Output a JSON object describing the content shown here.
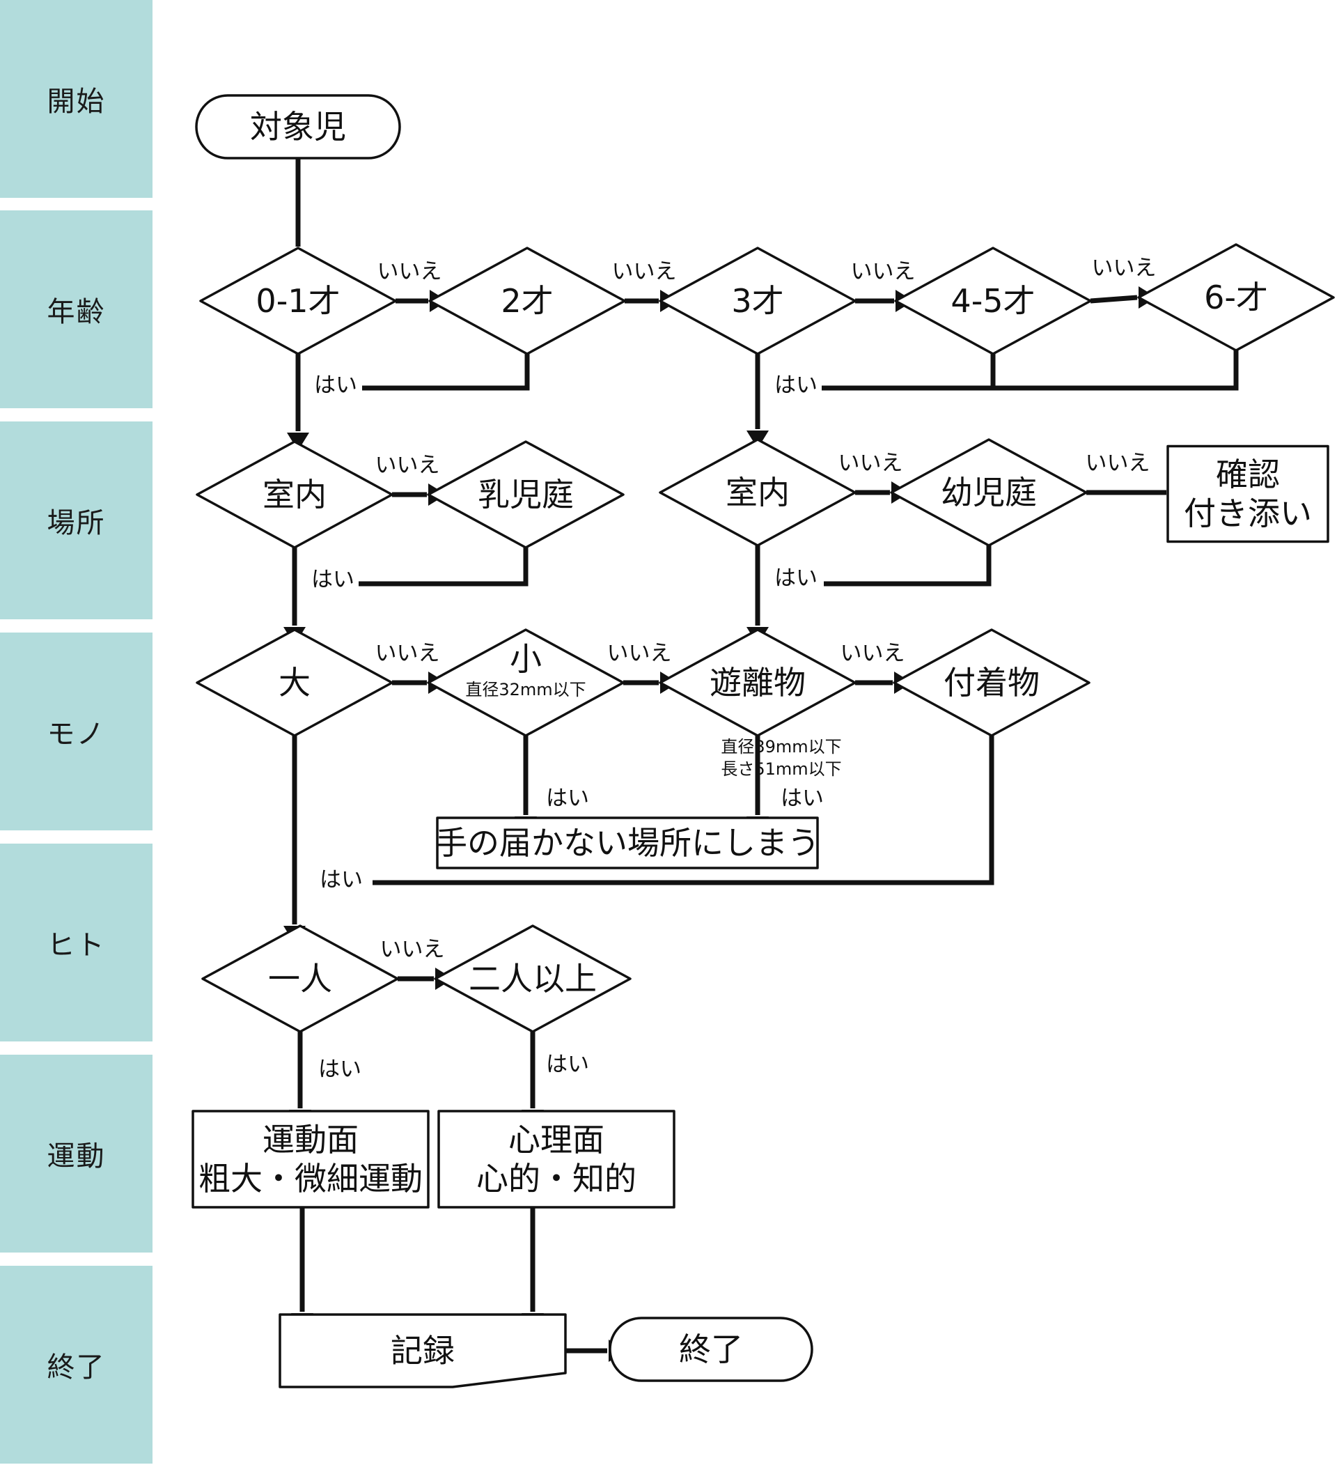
{
  "lanes": [
    {
      "id": "lane-start",
      "label": "開始"
    },
    {
      "id": "lane-age",
      "label": "年齢"
    },
    {
      "id": "lane-place",
      "label": "場所"
    },
    {
      "id": "lane-object",
      "label": "モノ"
    },
    {
      "id": "lane-person",
      "label": "ヒト"
    },
    {
      "id": "lane-motion",
      "label": "運動"
    },
    {
      "id": "lane-end",
      "label": "終了"
    }
  ],
  "nodes": [
    {
      "id": "target-child",
      "shape": "terminal",
      "lines": [
        "対象児"
      ]
    },
    {
      "id": "age-0-1",
      "shape": "decision",
      "lines": [
        "0-1才"
      ]
    },
    {
      "id": "age-2",
      "shape": "decision",
      "lines": [
        "2才"
      ]
    },
    {
      "id": "age-3",
      "shape": "decision",
      "lines": [
        "3才"
      ]
    },
    {
      "id": "age-4-5",
      "shape": "decision",
      "lines": [
        "4-5才"
      ]
    },
    {
      "id": "age-6",
      "shape": "decision",
      "lines": [
        "6-才"
      ]
    },
    {
      "id": "indoor-a",
      "shape": "decision",
      "lines": [
        "室内"
      ]
    },
    {
      "id": "infant-yard",
      "shape": "decision",
      "lines": [
        "乳児庭"
      ]
    },
    {
      "id": "indoor-b",
      "shape": "decision",
      "lines": [
        "室内"
      ]
    },
    {
      "id": "kids-yard",
      "shape": "decision",
      "lines": [
        "幼児庭"
      ]
    },
    {
      "id": "confirm-escort",
      "shape": "process",
      "lines": [
        "確認",
        "付き添い"
      ]
    },
    {
      "id": "large",
      "shape": "decision",
      "lines": [
        "大"
      ]
    },
    {
      "id": "small",
      "shape": "decision",
      "lines": [
        "小"
      ],
      "note": [
        "直径32mm以下"
      ]
    },
    {
      "id": "detachable",
      "shape": "decision",
      "lines": [
        "遊離物"
      ]
    },
    {
      "id": "attached",
      "shape": "decision",
      "lines": [
        "付着物"
      ]
    },
    {
      "id": "store-away",
      "shape": "process",
      "lines": [
        "手の届かない場所にしまう"
      ]
    },
    {
      "id": "alone",
      "shape": "decision",
      "lines": [
        "一人"
      ]
    },
    {
      "id": "two-plus",
      "shape": "decision",
      "lines": [
        "二人以上"
      ]
    },
    {
      "id": "motor",
      "shape": "process",
      "lines": [
        "運動面",
        "粗大・微細運動"
      ]
    },
    {
      "id": "mental",
      "shape": "process",
      "lines": [
        "心理面",
        "心的・知的"
      ]
    },
    {
      "id": "record",
      "shape": "manual",
      "lines": [
        "記録"
      ]
    },
    {
      "id": "end",
      "shape": "terminal",
      "lines": [
        "終了"
      ]
    }
  ],
  "edges": [
    {
      "id": "e-start",
      "from": "target-child",
      "to": "age-0-1",
      "label": ""
    },
    {
      "id": "e-a1",
      "from": "age-0-1",
      "to": "age-2",
      "label": "いいえ"
    },
    {
      "id": "e-a2",
      "from": "age-2",
      "to": "age-3",
      "label": "いいえ"
    },
    {
      "id": "e-a3",
      "from": "age-3",
      "to": "age-4-5",
      "label": "いいえ"
    },
    {
      "id": "e-a4",
      "from": "age-4-5",
      "to": "age-6",
      "label": "いいえ"
    },
    {
      "id": "e-a5",
      "from": "age-0-1",
      "to": "indoor-a",
      "label": "はい"
    },
    {
      "id": "e-a6",
      "from": "age-2",
      "to": "indoor-a",
      "label": ""
    },
    {
      "id": "e-a7",
      "from": "age-3",
      "to": "indoor-b",
      "label": "はい"
    },
    {
      "id": "e-a8",
      "from": "age-4-5",
      "to": "indoor-b",
      "label": ""
    },
    {
      "id": "e-a9",
      "from": "age-6",
      "to": "indoor-b",
      "label": ""
    },
    {
      "id": "e-p1",
      "from": "indoor-a",
      "to": "infant-yard",
      "label": "いいえ"
    },
    {
      "id": "e-p2",
      "from": "indoor-a",
      "to": "large",
      "label": "はい"
    },
    {
      "id": "e-p3",
      "from": "infant-yard",
      "to": "large",
      "label": ""
    },
    {
      "id": "e-p4",
      "from": "indoor-b",
      "to": "kids-yard",
      "label": "いいえ"
    },
    {
      "id": "e-p5",
      "from": "kids-yard",
      "to": "confirm-escort",
      "label": "いいえ"
    },
    {
      "id": "e-p6",
      "from": "indoor-b",
      "to": "detachable",
      "label": "はい"
    },
    {
      "id": "e-p7",
      "from": "kids-yard",
      "to": "detachable",
      "label": ""
    },
    {
      "id": "e-o1",
      "from": "large",
      "to": "small",
      "label": "いいえ"
    },
    {
      "id": "e-o2",
      "from": "small",
      "to": "detachable",
      "label": "いいえ"
    },
    {
      "id": "e-o3",
      "from": "detachable",
      "to": "attached",
      "label": "いいえ"
    },
    {
      "id": "e-o4",
      "from": "small",
      "to": "store-away",
      "label": "はい"
    },
    {
      "id": "e-o5",
      "from": "detachable",
      "to": "store-away",
      "label": "はい",
      "note": [
        "直径39mm以下",
        "長さ51mm以下"
      ]
    },
    {
      "id": "e-o6",
      "from": "attached",
      "to": "alone",
      "label": "はい"
    },
    {
      "id": "e-o7",
      "from": "large",
      "to": "alone",
      "label": ""
    },
    {
      "id": "e-h1",
      "from": "alone",
      "to": "two-plus",
      "label": "いいえ"
    },
    {
      "id": "e-h2",
      "from": "alone",
      "to": "motor",
      "label": "はい"
    },
    {
      "id": "e-h3",
      "from": "two-plus",
      "to": "mental",
      "label": "はい"
    },
    {
      "id": "e-m1",
      "from": "motor",
      "to": "record",
      "label": ""
    },
    {
      "id": "e-m2",
      "from": "mental",
      "to": "record",
      "label": ""
    },
    {
      "id": "e-end",
      "from": "record",
      "to": "end",
      "label": ""
    }
  ]
}
